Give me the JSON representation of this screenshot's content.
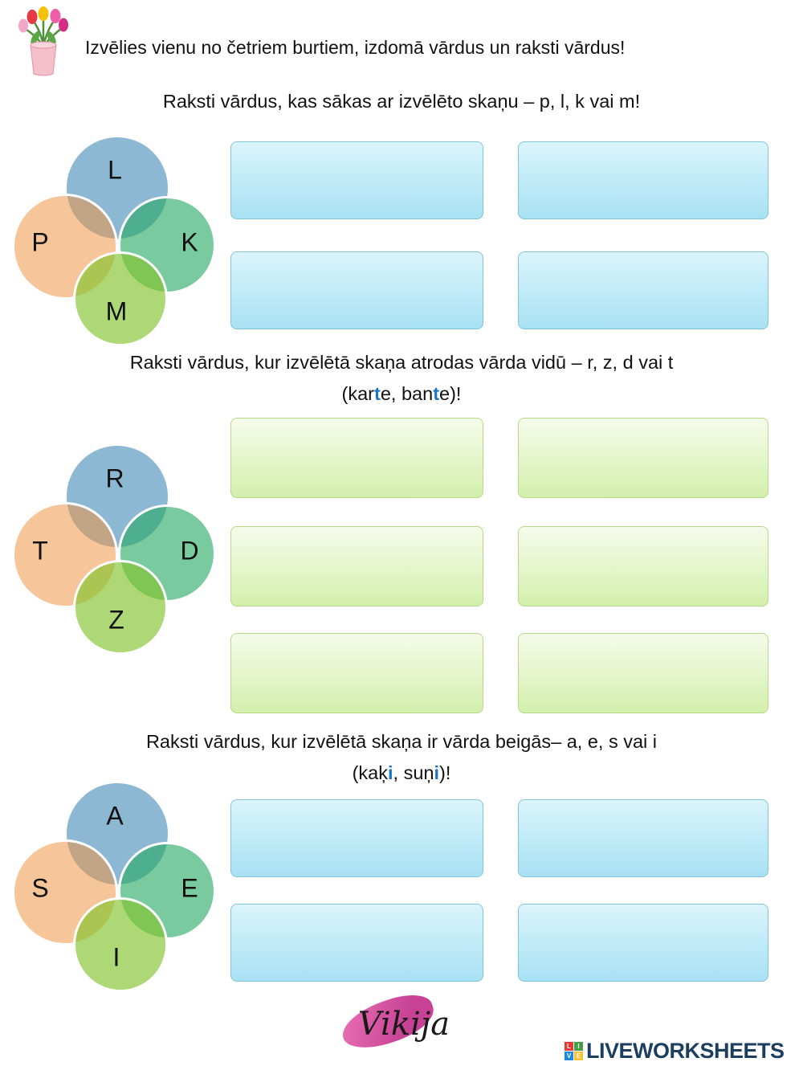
{
  "header": {
    "title": "Izvēlies vienu no četriem burtiem, izdomā vārdus un raksti vārdus!",
    "icon": "flower-bouquet"
  },
  "sections": [
    {
      "heading": "Raksti vārdus, kas sākas ar izvēlēto skaņu – p, l, k vai m!",
      "circles": {
        "top": "L",
        "left": "P",
        "right": "K",
        "bottom": "M"
      },
      "box_count": 4,
      "box_color": "blue"
    },
    {
      "heading": "Raksti vārdus, kur izvēlētā skaņa atrodas vārda vidū – r, z, d vai t",
      "subheading_parts": [
        "(kar",
        "t",
        "e, ban",
        "t",
        "e)!"
      ],
      "circles": {
        "top": "R",
        "left": "T",
        "right": "D",
        "bottom": "Z"
      },
      "box_count": 6,
      "box_color": "green"
    },
    {
      "heading": "Raksti vārdus, kur izvēlētā skaņa ir vārda beigās– a, e, s vai i",
      "subheading_parts": [
        "(kaķ",
        "i",
        ", suņ",
        "i",
        ")!"
      ],
      "circles": {
        "top": "A",
        "left": "S",
        "right": "E",
        "bottom": "I"
      },
      "box_count": 4,
      "box_color": "blue"
    }
  ],
  "colors": {
    "circle_blue": "#74ACCC",
    "circle_orange": "#F6C599",
    "circle_teal": "#7ACA9F",
    "circle_green": "#AED876",
    "accent_blue": "#1B74C5",
    "box_blue_border": "#82C4DA",
    "box_green_border": "#B6D988",
    "brand_navy": "#1C3E5F",
    "splash_pink": "#C2318B"
  },
  "footer": {
    "signature": "Vikija",
    "brand": "LIVEWORKSHEETS",
    "logo_letters": [
      "L",
      "I",
      "V",
      "E"
    ]
  }
}
